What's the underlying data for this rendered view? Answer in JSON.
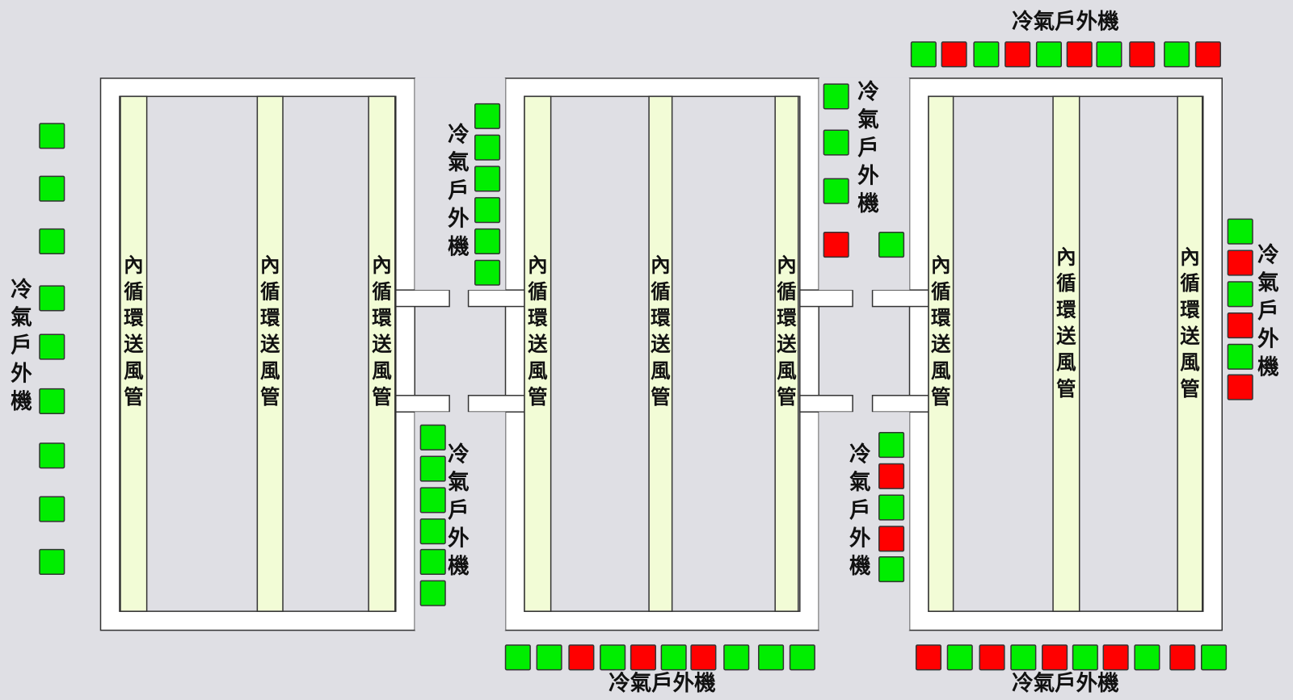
{
  "colors": {
    "on": "#00ee00",
    "off": "#ff0000",
    "duct": "#f2fcd6",
    "background": "#dfdfe4",
    "wall": "#ffffff"
  },
  "labels": {
    "outdoor_unit": "冷氣戶外機",
    "duct": "內循環送風管"
  },
  "outdoor_unit_groups": [
    {
      "id": "left-column",
      "label": "冷氣戶外機",
      "states": [
        "on",
        "on",
        "on",
        "on",
        "on",
        "on",
        "on",
        "on",
        "on"
      ]
    },
    {
      "id": "gap1-top",
      "label": "冷氣戶外機",
      "states": [
        "on",
        "on",
        "on",
        "on",
        "on",
        "on"
      ]
    },
    {
      "id": "gap1-bottom",
      "label": "冷氣戶外機",
      "states": [
        "on",
        "on",
        "on",
        "on",
        "on",
        "on"
      ]
    },
    {
      "id": "gap2-top",
      "label": "冷氣戶外機",
      "states": [
        "on",
        "on",
        "on",
        "off",
        "on"
      ]
    },
    {
      "id": "gap2-bottom",
      "label": "冷氣戶外機",
      "states": [
        "on",
        "off",
        "on",
        "off",
        "on"
      ]
    },
    {
      "id": "top-right-row",
      "label": "冷氣戶外機",
      "states": [
        "on",
        "off",
        "on",
        "off",
        "on",
        "off",
        "on",
        "off",
        "on",
        "off"
      ]
    },
    {
      "id": "right-column",
      "label": "冷氣戶外機",
      "states": [
        "on",
        "off",
        "on",
        "off",
        "on",
        "off"
      ]
    },
    {
      "id": "bottom-middle-row",
      "label": "冷氣戶外機",
      "states": [
        "on",
        "on",
        "off",
        "on",
        "off",
        "on",
        "off",
        "on",
        "on",
        "on"
      ]
    },
    {
      "id": "bottom-right-row",
      "label": "冷氣戶外機",
      "states": [
        "off",
        "on",
        "off",
        "on",
        "off",
        "on",
        "off",
        "on",
        "off",
        "on"
      ]
    }
  ],
  "buildings": [
    {
      "id": "building-1",
      "ducts": [
        "內循環送風管",
        "內循環送風管",
        "內循環送風管"
      ]
    },
    {
      "id": "building-2",
      "ducts": [
        "內循環送風管",
        "內循環送風管",
        "內循環送風管"
      ]
    },
    {
      "id": "building-3",
      "ducts": [
        "內循環送風管",
        "內循環送風管",
        "內循環送風管"
      ]
    }
  ]
}
